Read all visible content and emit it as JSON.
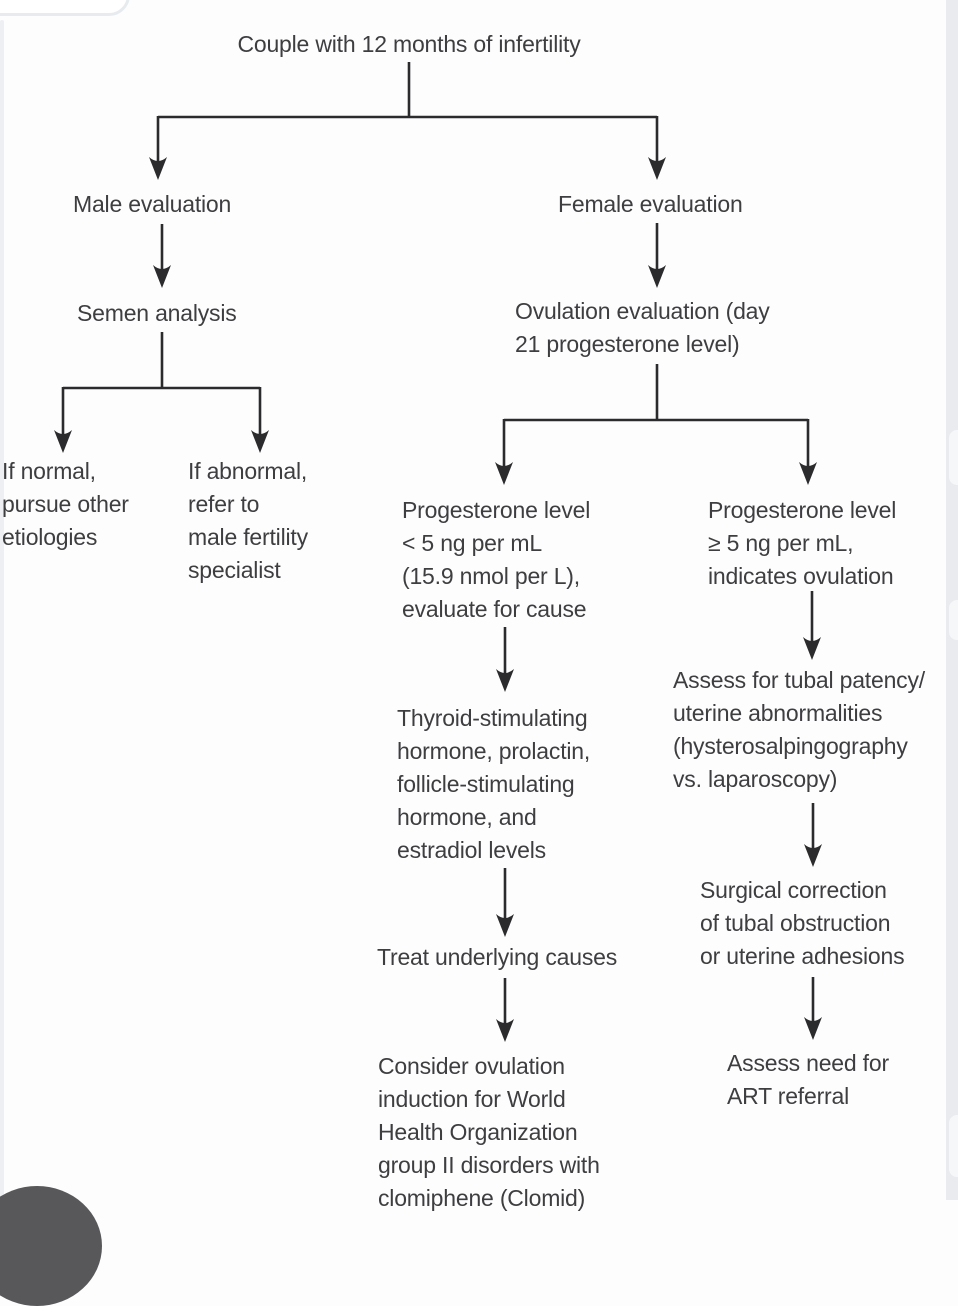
{
  "theme": {
    "bg_color": "#fdfdfe",
    "text_color": "#3e3d40",
    "line_color": "#2b2a2c"
  },
  "nodes": {
    "root": "Couple with 12 months of infertility",
    "male_evaluation": "Male evaluation",
    "semen_analysis": "Semen analysis",
    "semen_normal": "If normal,\npursue other\netiologies",
    "semen_abnormal": "If abnormal,\nrefer to\nmale fertility\nspecialist",
    "female_evaluation": "Female evaluation",
    "ovulation_evaluation": "Ovulation evaluation (day\n21 progesterone level)",
    "progesterone_low": "Progesterone level\n< 5 ng per mL\n(15.9 nmol per L),\nevaluate for cause",
    "progesterone_high": "Progesterone level\n≥ 5 ng per mL,\nindicates ovulation",
    "hormone_workup": "Thyroid-stimulating\nhormone, prolactin,\nfollicle-stimulating\nhormone, and\nestradiol levels",
    "treat_causes": "Treat underlying causes",
    "ovulation_induction": "Consider ovulation\ninduction for World\nHealth Organization\ngroup II disorders with\nclomiphene (Clomid)",
    "tubal_assessment": "Assess for tubal patency/\nuterine abnormalities\n(hysterosalpingography\nvs. laparoscopy)",
    "surgical_correction": "Surgical correction\nof tubal obstruction\nor uterine adhesions",
    "art_referral": "Assess need for\nART referral"
  }
}
